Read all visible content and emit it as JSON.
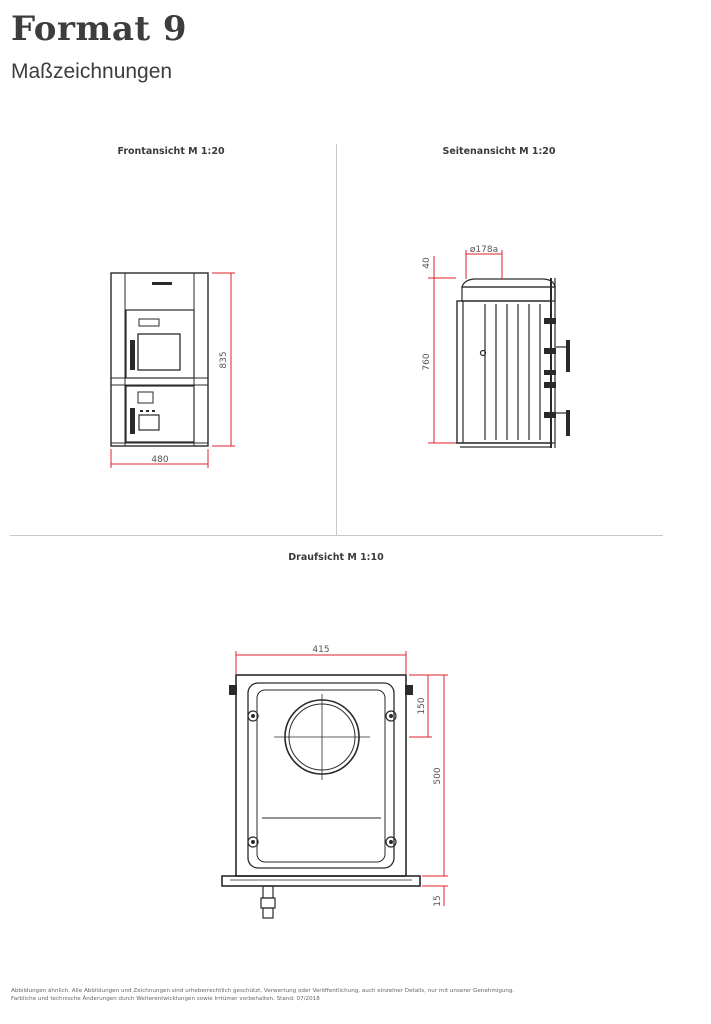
{
  "header": {
    "title": "Format 9",
    "subtitle": "Maßzeichnungen"
  },
  "views": {
    "front": {
      "label": "Frontansicht M 1:20",
      "dim_width": "480",
      "dim_height": "835"
    },
    "side": {
      "label": "Seitenansicht M 1:20",
      "dim_flue": "ø178a",
      "dim_top": "40",
      "dim_height": "760"
    },
    "top": {
      "label": "Draufsicht M 1:10",
      "dim_width": "415",
      "dim_offset": "150",
      "dim_depth": "500",
      "dim_plate": "15"
    }
  },
  "footer": {
    "line1": "Abbildungen ähnlich. Alle Abbildungen und Zeichnungen sind urheberrechtlich geschützt. Verwertung oder Veröffentlichung, auch einzelner Details, nur mit unserer Genehmigung.",
    "line2": "Farbliche und technische Änderungen durch Weiterentwicklungen sowie Irrtümer vorbehalten. Stand: 07/2018"
  },
  "colors": {
    "dimension": "#e0202a",
    "outline": "#2a2a2a",
    "divider": "#c8c8c8"
  }
}
